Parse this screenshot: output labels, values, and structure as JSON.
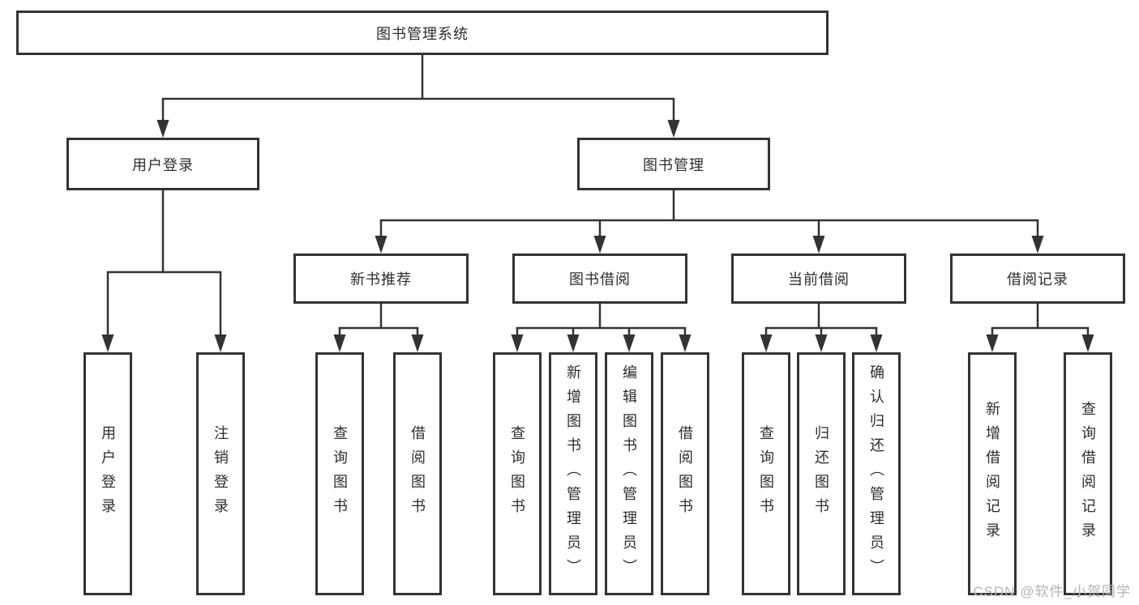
{
  "diagram": {
    "title": "图书管理系统",
    "nodes": {
      "root": "图书管理系统",
      "user_login": "用户登录",
      "book_mgmt": "图书管理",
      "new_books": "新书推荐",
      "book_borrow": "图书借阅",
      "current_borrow": "当前借阅",
      "borrow_records": "借阅记录",
      "leaf_user_login": "用户登录",
      "leaf_logout": "注销登录",
      "leaf_nb_query": "查询图书",
      "leaf_nb_borrow": "借阅图书",
      "leaf_bb_query": "查询图书",
      "leaf_bb_add": "新增图书（管理员）",
      "leaf_bb_edit": "编辑图书（管理员）",
      "leaf_bb_borrow": "借阅图书",
      "leaf_cb_query": "查询图书",
      "leaf_cb_return": "归还图书",
      "leaf_cb_confirm": "确认归还（管理员）",
      "leaf_br_add": "新增借阅记录",
      "leaf_br_query": "查询借阅记录"
    },
    "line_color": "#333333",
    "text_color": "#2d2d2d",
    "watermark": "CSDN @软件_小贺同学"
  }
}
